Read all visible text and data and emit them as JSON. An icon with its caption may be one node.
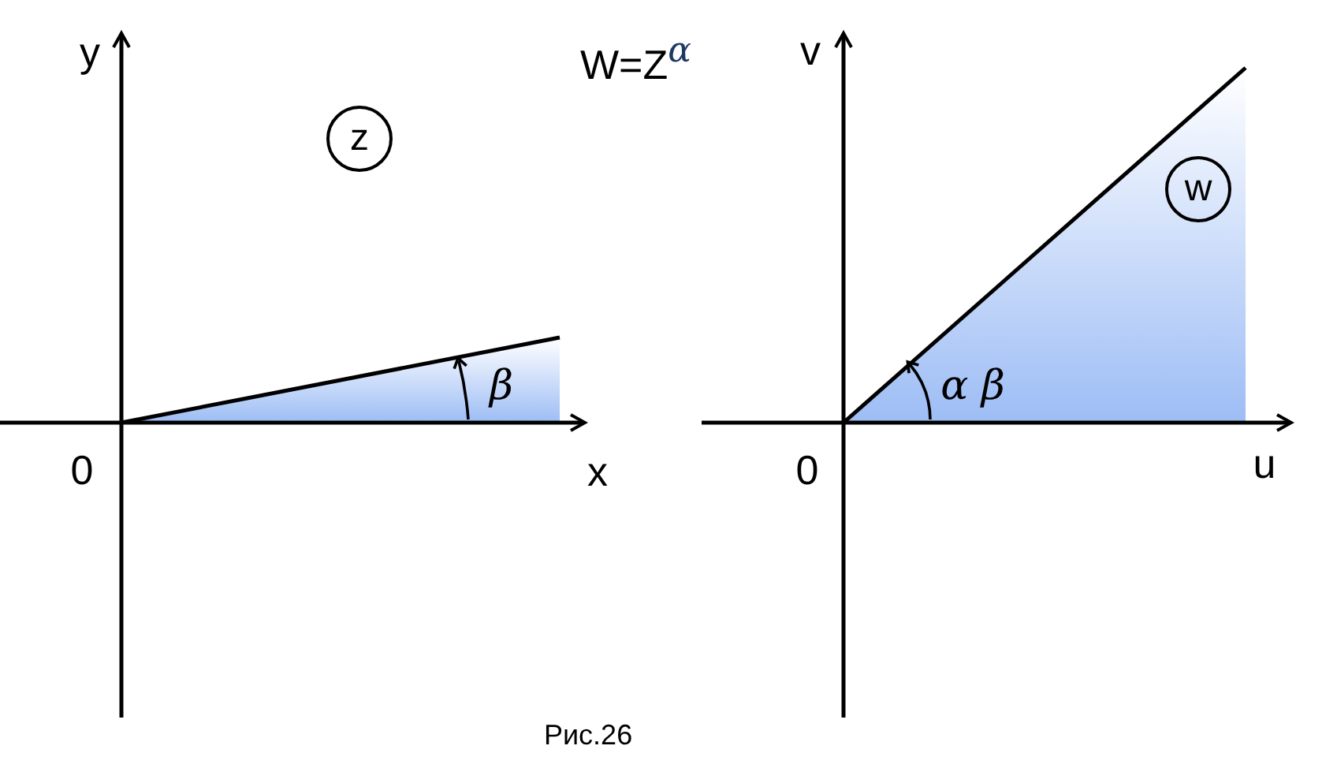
{
  "diagram": {
    "title": "W=Z$^{α}$",
    "caption": "Рис.26",
    "nodes": [
      {
        "text": [
          "z"
        ]
      },
      {
        "text": [
          "w"
        ]
      }
    ],
    "labels": [
      "y",
      "v",
      "β",
      "α β",
      "0",
      "x",
      "0",
      "u"
    ]
  }
}
